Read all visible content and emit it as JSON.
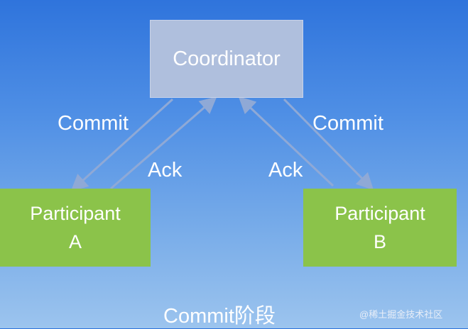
{
  "coordinator": {
    "label": "Coordinator"
  },
  "participant_a": {
    "name": "Participant",
    "suffix": "A"
  },
  "participant_b": {
    "name": "Participant",
    "suffix": "B"
  },
  "edges": {
    "commit_left": "Commit",
    "commit_right": "Commit",
    "ack_left": "Ack",
    "ack_right": "Ack"
  },
  "caption": "Commit阶段",
  "watermark": "@稀土掘金技术社区",
  "colors": {
    "coordinator_fill": "#afbfdd",
    "participant_fill": "#8bc34a",
    "arrow": "#8fa9d6",
    "background_top": "#2f74dc",
    "background_bottom": "#9cc4ee"
  }
}
